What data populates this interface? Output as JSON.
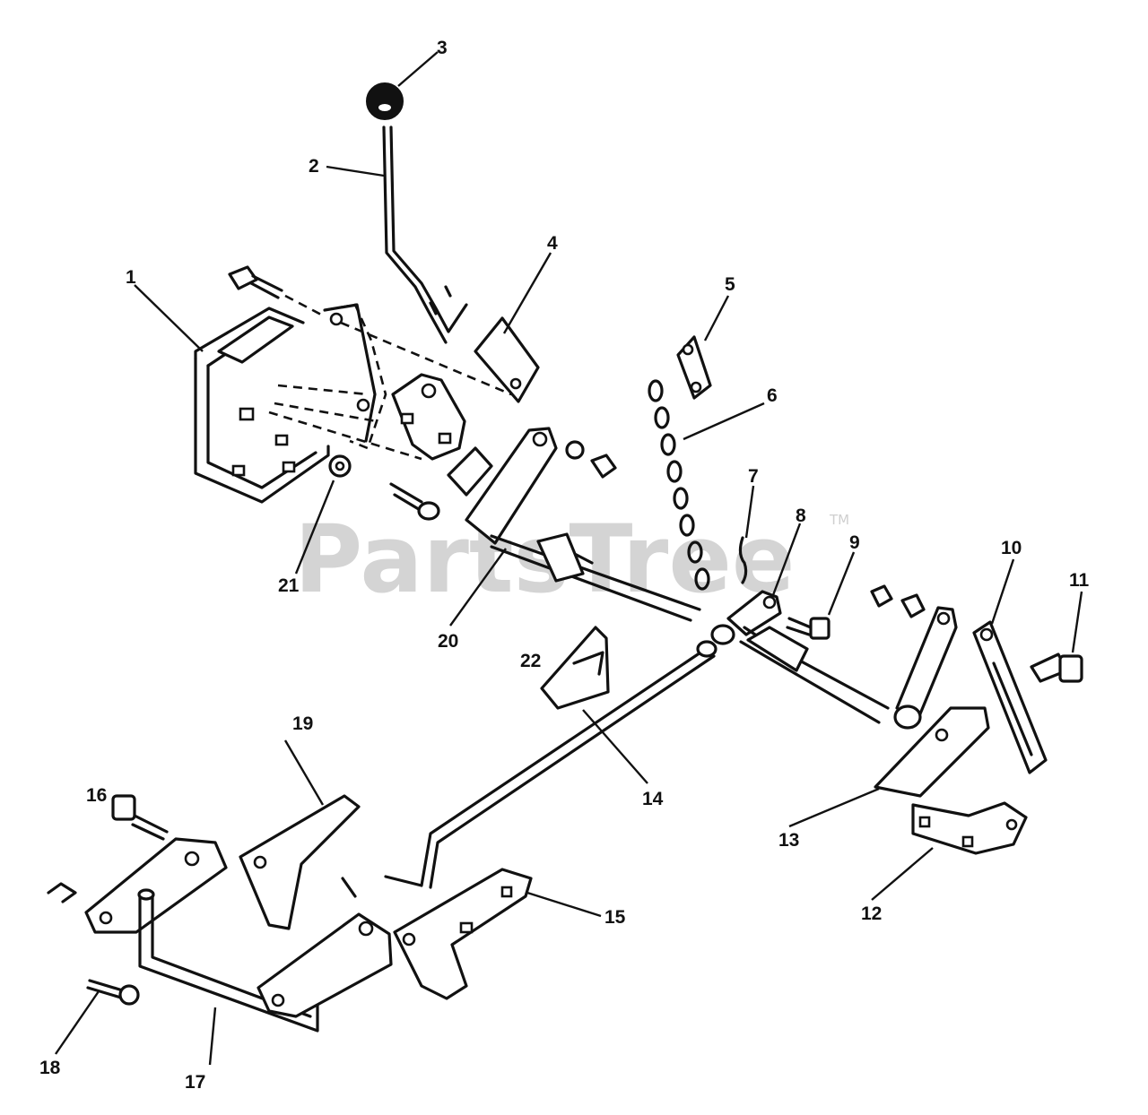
{
  "watermark": {
    "text": "PartsTree",
    "tm": "TM"
  },
  "callouts": [
    {
      "number": "1"
    },
    {
      "number": "2"
    },
    {
      "number": "3"
    },
    {
      "number": "4"
    },
    {
      "number": "5"
    },
    {
      "number": "6"
    },
    {
      "number": "7"
    },
    {
      "number": "8"
    },
    {
      "number": "9"
    },
    {
      "number": "10"
    },
    {
      "number": "11"
    },
    {
      "number": "12"
    },
    {
      "number": "13"
    },
    {
      "number": "14"
    },
    {
      "number": "15"
    },
    {
      "number": "16"
    },
    {
      "number": "17"
    },
    {
      "number": "18"
    },
    {
      "number": "19"
    },
    {
      "number": "20"
    },
    {
      "number": "21"
    },
    {
      "number": "22"
    }
  ]
}
